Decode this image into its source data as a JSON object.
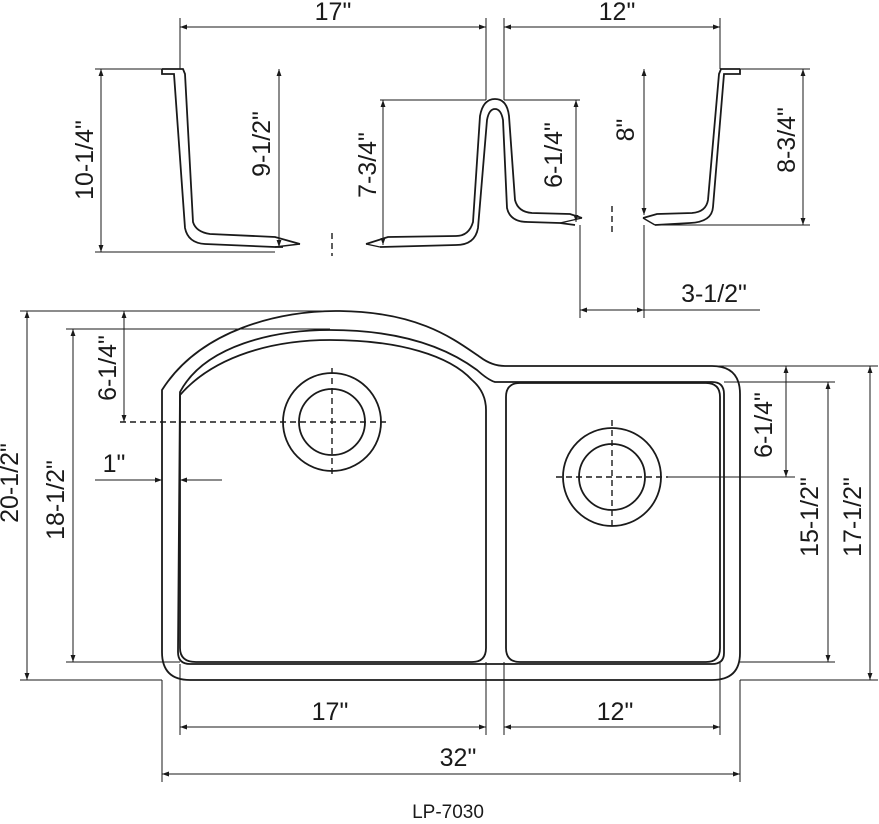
{
  "model": "LP-7030",
  "labels": {
    "top_large_width": "17\"",
    "top_small_width": "12\"",
    "total_depth_left": "10-1/4\"",
    "large_inner_depth": "9-1/2\"",
    "divider_height": "7-3/4\"",
    "small_divider_depth": "6-1/4\"",
    "small_inner_depth": "8\"",
    "total_depth_right": "8-3/4\"",
    "drain_offset": "3-1/2\"",
    "overall_depth": "20-1/2\"",
    "large_bowl_depth": "18-1/2\"",
    "large_drain_offset": "6-1/4\"",
    "rim_width": "1\"",
    "small_drain_offset": "6-1/4\"",
    "small_bowl_depth": "15-1/2\"",
    "right_overall_depth": "17-1/2\"",
    "bottom_large_width": "17\"",
    "bottom_small_width": "12\"",
    "overall_width": "32\""
  }
}
